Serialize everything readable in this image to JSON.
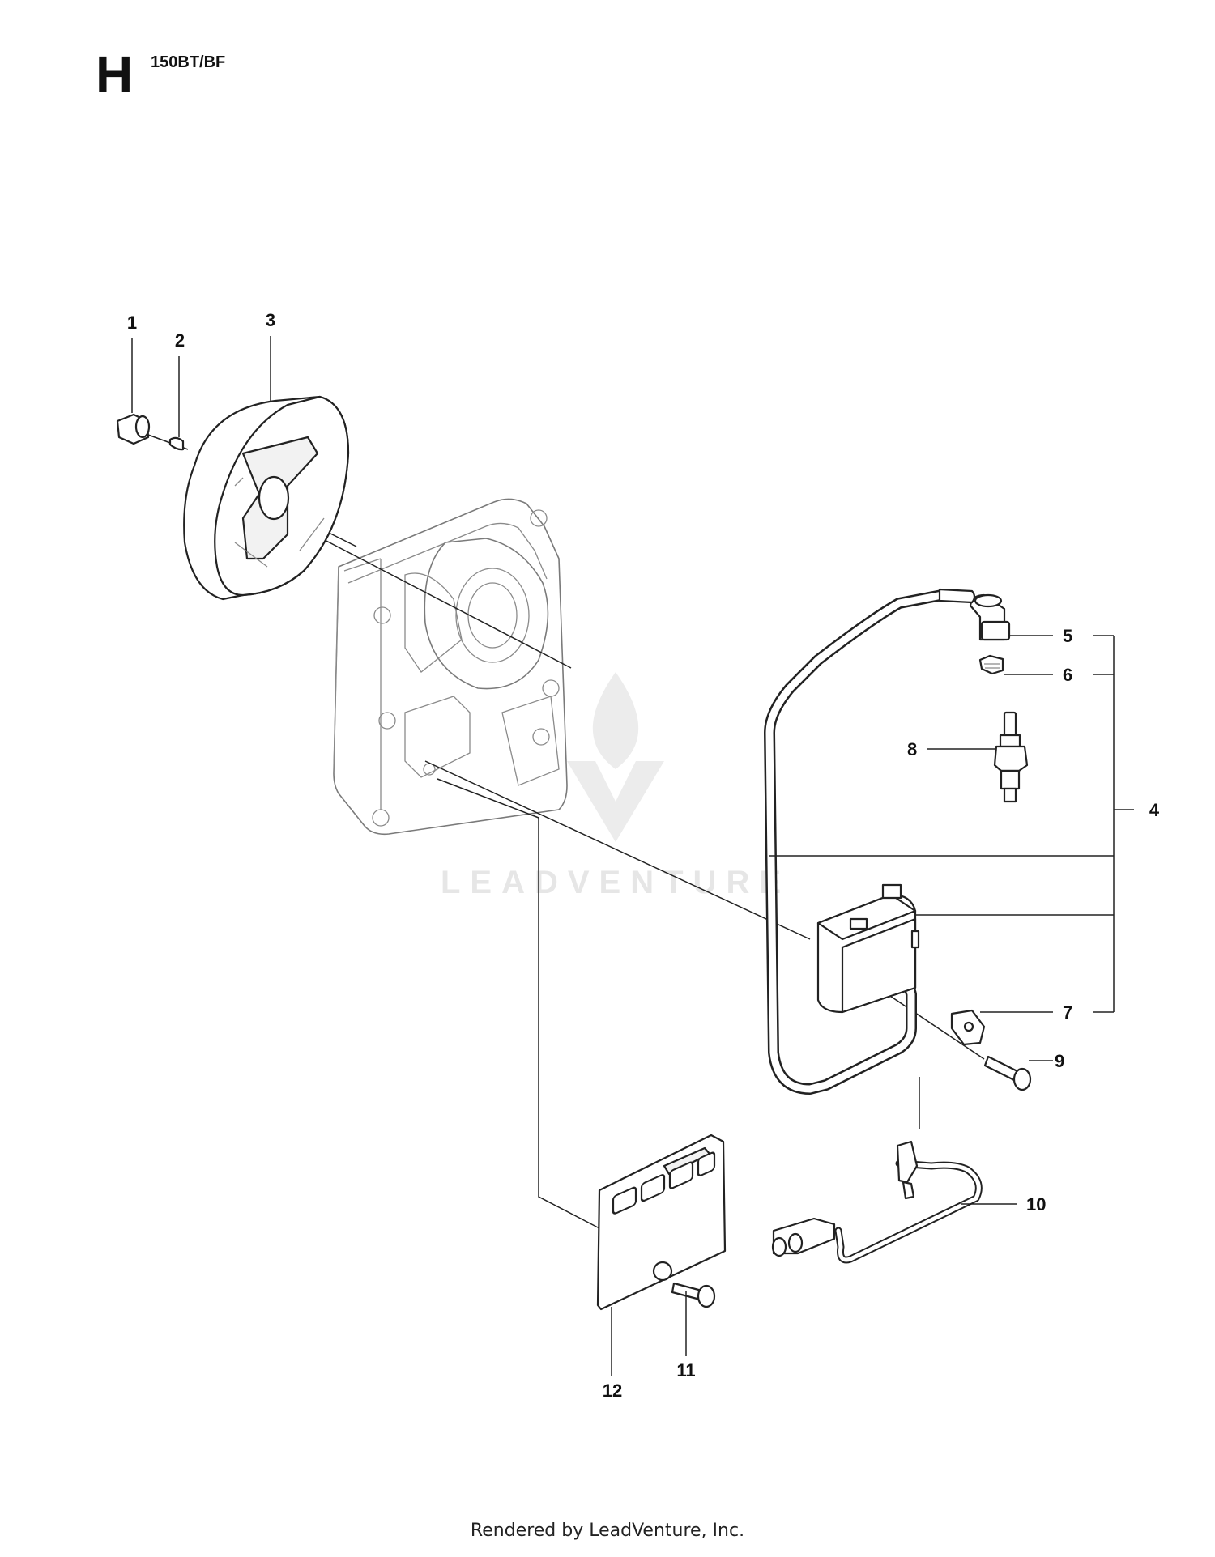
{
  "header": {
    "section_letter": "H",
    "model_code": "150BT/BF"
  },
  "watermark": {
    "text": "LEADVENTURE"
  },
  "footer": {
    "text": "Rendered by LeadVenture, Inc."
  },
  "callouts": {
    "c1": "1",
    "c2": "2",
    "c3": "3",
    "c4": "4",
    "c5": "5",
    "c6": "6",
    "c7": "7",
    "c8": "8",
    "c9": "9",
    "c10": "10",
    "c11": "11",
    "c12": "12"
  },
  "colors": {
    "line": "#222222",
    "ghost": "#7a7a7a",
    "watermark": "#e6e6e6"
  }
}
